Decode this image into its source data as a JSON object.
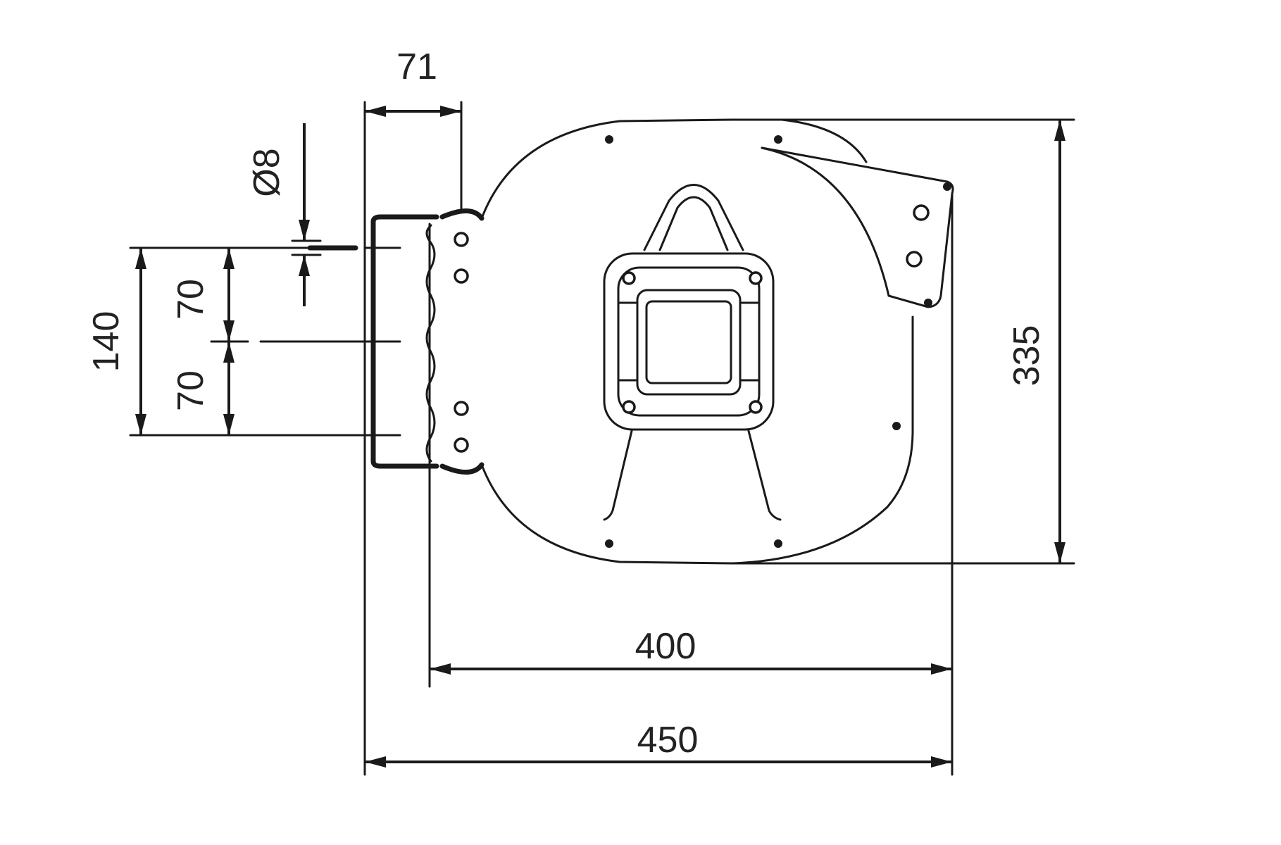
{
  "drawing": {
    "dimensions": {
      "bracket_depth": "71",
      "hole_diameter": "Ø8",
      "total_hole_spacing": "140",
      "upper_hole_spacing": "70",
      "lower_hole_spacing": "70",
      "height": "335",
      "body_width": "400",
      "overall_width": "450"
    },
    "colors": {
      "line": "#1a1a1a",
      "background": "#ffffff"
    }
  }
}
